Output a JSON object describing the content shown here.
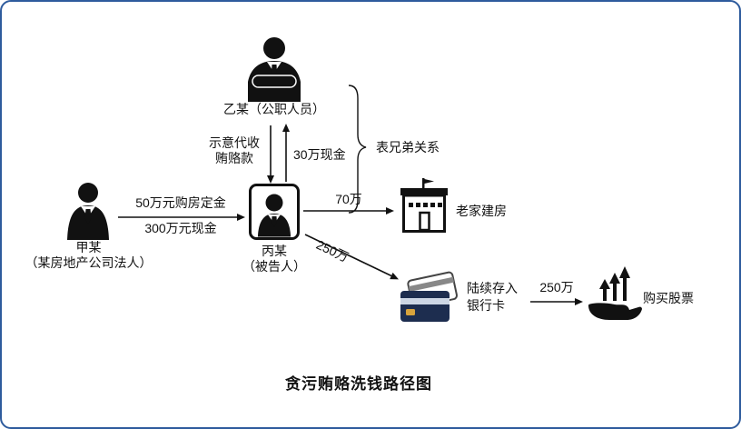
{
  "frame": {
    "border_color": "#2e5b9d",
    "background": "#ffffff"
  },
  "title": "贪污贿赂洗钱路径图",
  "nodes": {
    "person_b": {
      "label": "乙某（公职人员）",
      "icon": "person-crossed-arms-icon"
    },
    "person_a": {
      "name": "甲某",
      "desc": "（某房地产公司法人）",
      "icon": "person-suit-icon"
    },
    "person_c": {
      "name": "丙某",
      "desc": "（被告人）",
      "icon": "person-badge-icon"
    },
    "building": {
      "label": "老家建房",
      "icon": "building-icon"
    },
    "bank_card": {
      "line1": "陆续存入",
      "line2": "银行卡",
      "icon": "credit-card-icon"
    },
    "stocks": {
      "label": "购买股票",
      "icon": "hand-growth-arrows-icon"
    }
  },
  "edges": {
    "instruct": {
      "line1": "示意代收",
      "line2": "贿赂款",
      "direction": "person_b -> person_c"
    },
    "cash_up": "30万现金",
    "deposit_top": "50万元购房定金",
    "deposit_bottom": "300万元现金",
    "to_building": "70万",
    "to_card": "250万",
    "to_stocks": "250万"
  },
  "relationship": "表兄弟关系",
  "colors": {
    "line": "#111111",
    "card_front": "#1d2d4f",
    "card_stripe": "#cdd6e4",
    "card_chip": "#d8a33c"
  }
}
